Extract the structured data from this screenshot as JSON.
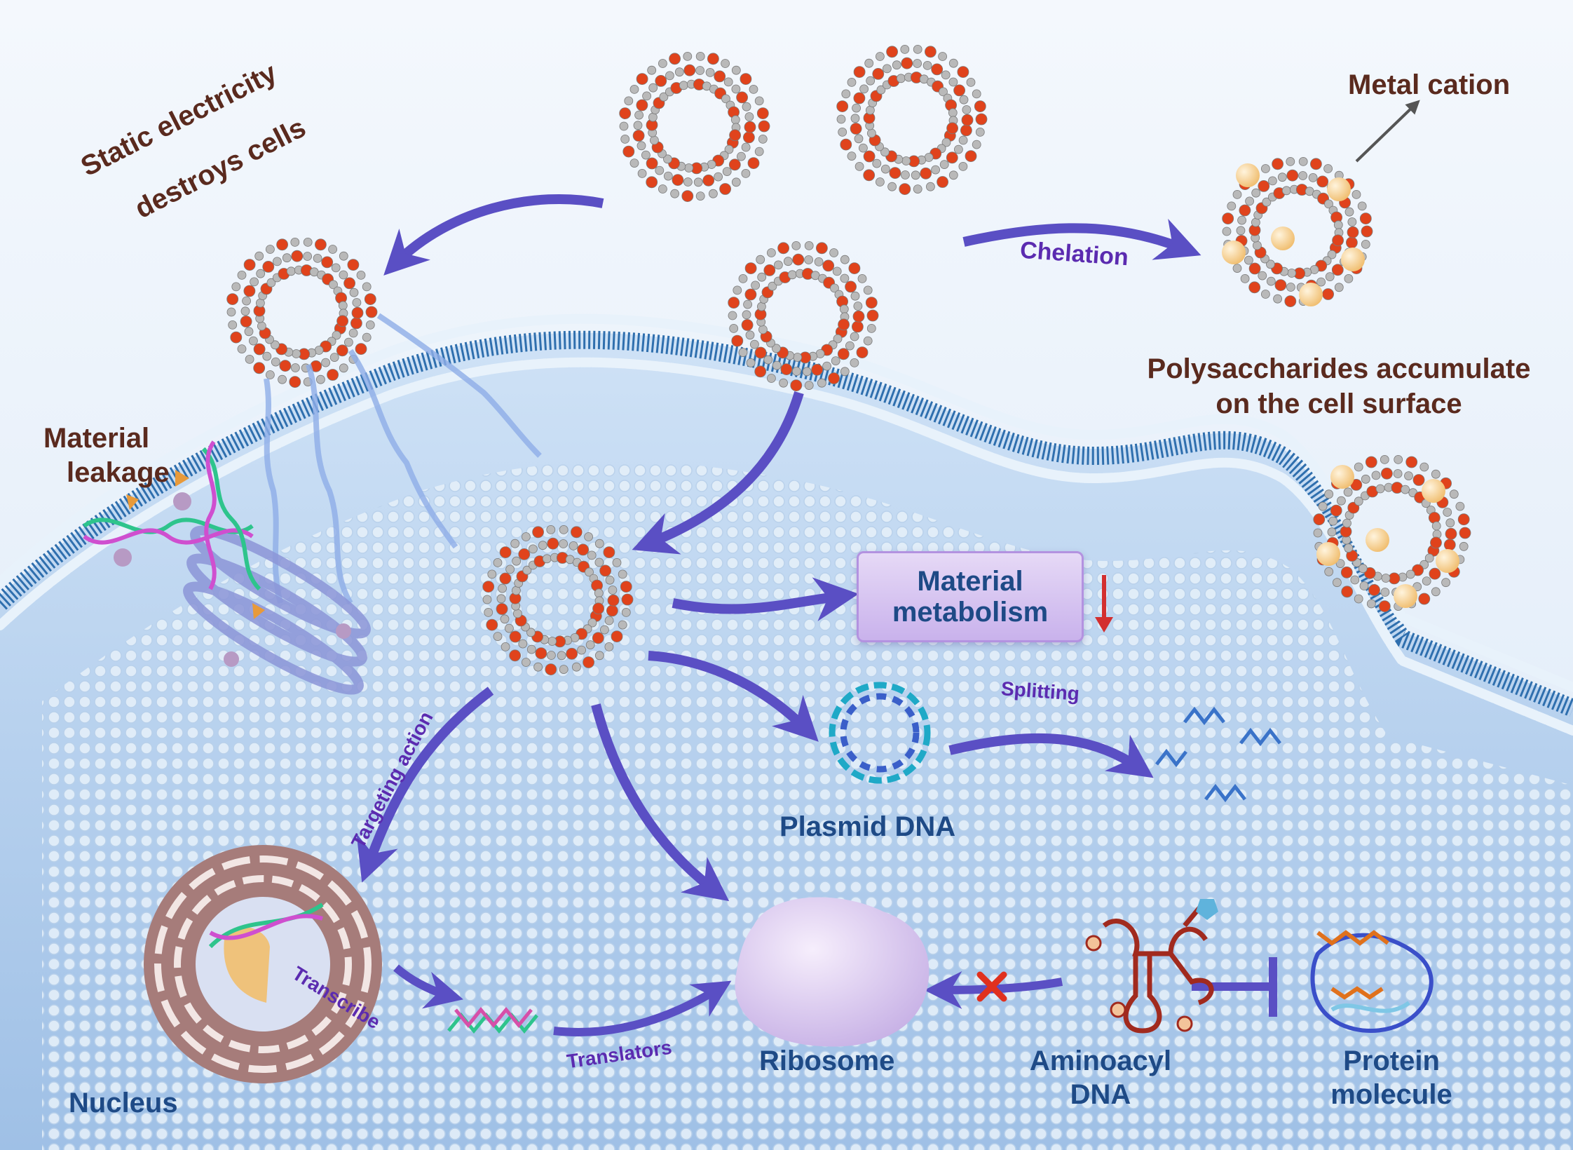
{
  "labels": {
    "static_line1": "Static electricity",
    "static_line2": "destroys cells",
    "metal_cation": "Metal cation",
    "chelation": "Chelation",
    "polysaccharides_line1": "Polysaccharides accumulate",
    "polysaccharides_line2": "on the cell surface",
    "material_leakage_line1": "Material",
    "material_leakage_line2": "leakage",
    "metabolism_line1": "Material",
    "metabolism_line2": "metabolism",
    "splitting": "Splitting",
    "targeting_action": "Targeting action",
    "plasmid_dna": "Plasmid DNA",
    "transcribe": "Transcribe",
    "translators": "Translators",
    "ribosome": "Ribosome",
    "aminoacyl_line1": "Aminoacyl",
    "aminoacyl_line2": "DNA",
    "protein_line1": "Protein",
    "protein_line2": "molecule",
    "nucleus": "Nucleus"
  },
  "colors": {
    "label_brown": "#5a2a1e",
    "label_navy": "#1e4a86",
    "label_purple": "#5b2bb0",
    "arrow": "#5a4fc4",
    "oxygen_atom": "#e0431c",
    "carbon_atom": "#b9b9b9",
    "metal_ion": "#f3c98a",
    "inhibit_mark": "#e0301e",
    "cell_blue": "#a9c9ec"
  },
  "icons": [
    "cyclodextrin-ring-icon",
    "metal-cation-icon",
    "dna-helix-icon",
    "plasmid-ring-icon",
    "ribosome-icon",
    "trna-icon",
    "protein-icon",
    "nucleus-icon",
    "ion-channel-icon"
  ]
}
